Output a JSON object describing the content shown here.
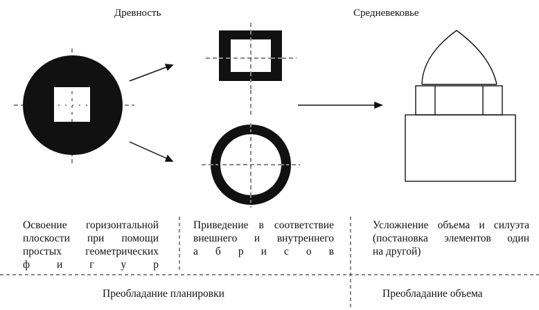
{
  "headings": {
    "ancient": "Древность",
    "medieval": "Средневековье"
  },
  "captions": {
    "col1": [
      "Освоение горизонтальной",
      "плоскости при помощи",
      "простых геометрических",
      "ф и г у р"
    ],
    "col2": [
      "Приведение в соответствие",
      "внешнего и внутреннего",
      "а б р и с о в"
    ],
    "col3": [
      "Усложнение объема и силуэта",
      "(постановка элементов один",
      "на другой)"
    ]
  },
  "footer": {
    "left": "Преобладание планировки",
    "right": "Преобладание объема"
  },
  "colors": {
    "ink": "#111111",
    "paper": "#ffffff"
  }
}
